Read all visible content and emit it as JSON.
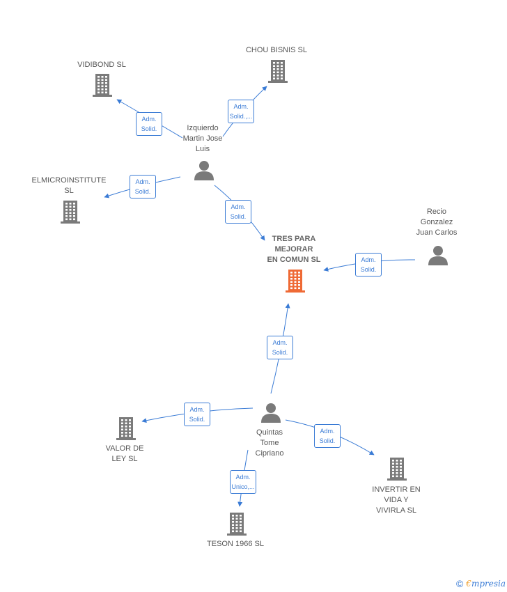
{
  "colors": {
    "edge": "#3a7bd5",
    "company": "#7a7a7a",
    "focus_company": "#ef6a35",
    "person": "#7a7a7a"
  },
  "nodes": [
    {
      "id": "vidibond",
      "type": "company",
      "label": "VIDIBOND  SL"
    },
    {
      "id": "chou",
      "type": "company",
      "label": "CHOU BISNIS SL"
    },
    {
      "id": "izquierdo",
      "type": "person",
      "label": "Izquierdo\nMartin Jose\nLuis"
    },
    {
      "id": "elmicro",
      "type": "company",
      "label": "ELMICROINSTITUTE\nSL"
    },
    {
      "id": "tres",
      "type": "focus",
      "label": "TRES PARA\nMEJORAR\nEN COMUN  SL"
    },
    {
      "id": "recio",
      "type": "person",
      "label": "Recio\nGonzalez\nJuan Carlos"
    },
    {
      "id": "quintas",
      "type": "person",
      "label": "Quintas\nTome\nCipriano"
    },
    {
      "id": "valor",
      "type": "company",
      "label": "VALOR DE\nLEY SL"
    },
    {
      "id": "invertir",
      "type": "company",
      "label": "INVERTIR EN\nVIDA Y\nVIVIRLA  SL"
    },
    {
      "id": "teson",
      "type": "company",
      "label": "TESON 1966  SL"
    }
  ],
  "edges": [
    {
      "id": "e1",
      "from": "izquierdo",
      "to": "vidibond",
      "label": "Adm.\nSolid."
    },
    {
      "id": "e2",
      "from": "izquierdo",
      "to": "chou",
      "label": "Adm.\nSolid.,..."
    },
    {
      "id": "e3",
      "from": "izquierdo",
      "to": "elmicro",
      "label": "Adm.\nSolid."
    },
    {
      "id": "e4",
      "from": "izquierdo",
      "to": "tres",
      "label": "Adm.\nSolid."
    },
    {
      "id": "e5",
      "from": "recio",
      "to": "tres",
      "label": "Adm.\nSolid."
    },
    {
      "id": "e6",
      "from": "quintas",
      "to": "tres",
      "label": "Adm.\nSolid."
    },
    {
      "id": "e7",
      "from": "quintas",
      "to": "valor",
      "label": "Adm.\nSolid."
    },
    {
      "id": "e8",
      "from": "quintas",
      "to": "invertir",
      "label": "Adm.\nSolid."
    },
    {
      "id": "e9",
      "from": "quintas",
      "to": "teson",
      "label": "Adm.\nUnico,..."
    }
  ],
  "footer": {
    "copyright": "©",
    "brand_first": "€",
    "brand_rest": "mpresia"
  }
}
